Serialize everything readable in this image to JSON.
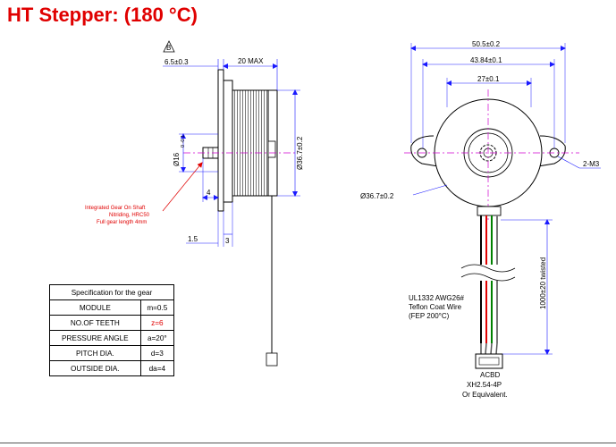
{
  "title": "HT Stepper: (180 °C)",
  "side_view": {
    "marker": "B",
    "flange_thickness": "6.5±0.3",
    "body_length": "20 MAX",
    "shaft_dia": "Ø16",
    "shaft_dia_tol": "0 -0.1",
    "body_dia": "Ø36.7±0.2",
    "gear_len": "4",
    "dim_1_5": "1.5",
    "dim_3": "3",
    "gear_note_1": "Integrated Gear On Shaft",
    "gear_note_2": "Nitriding, HRC50",
    "gear_note_3": "Full gear length 4mm"
  },
  "front_view": {
    "mount_span": "50.5±0.2",
    "hole_spacing": "43.84±0.1",
    "boss_dia": "27±0.1",
    "body_dia": "Ø36.7±0.2",
    "holes": "2-M3",
    "lead_length": "1000±20 twisted",
    "wire_note_1": "UL1332 AWG26#",
    "wire_note_2": "Teflon Coat Wire",
    "wire_note_3": "(FEP 200°C)",
    "connector_pins": "ACBD",
    "connector_1": "XH2.54-4P",
    "connector_2": "Or Equivalent."
  },
  "spec_table": {
    "caption": "Specification for the gear",
    "rows": [
      {
        "label": "MODULE",
        "value": "m=0.5",
        "highlight": false
      },
      {
        "label": "NO.OF TEETH",
        "value": "z=6",
        "highlight": true
      },
      {
        "label": "PRESSURE ANGLE",
        "value": "a=20°",
        "highlight": false
      },
      {
        "label": "PITCH DIA.",
        "value": "d=3",
        "highlight": false
      },
      {
        "label": "OUTSIDE DIA.",
        "value": "da=4",
        "highlight": false
      }
    ]
  },
  "colors": {
    "title": "#e00000",
    "centerline": "#d000d0",
    "dimension": "#1a1aff",
    "leader": "#e00000",
    "wires": [
      "#000000",
      "#e00000",
      "#008000",
      "#ffffff"
    ]
  }
}
